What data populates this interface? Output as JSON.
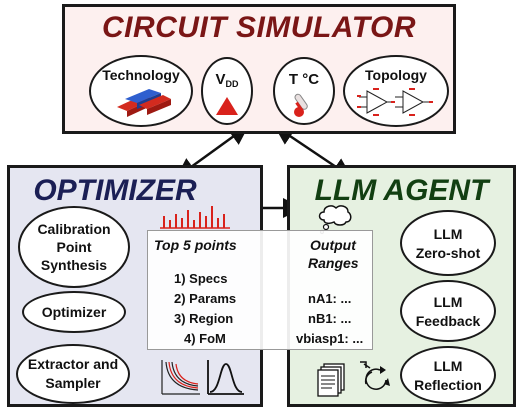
{
  "simulator": {
    "title": "CIRCUIT SIMULATOR",
    "nodes": {
      "technology": "Technology",
      "vdd_main": "V",
      "vdd_sub": "DD",
      "temp": "T °C",
      "topology": "Topology"
    }
  },
  "optimizer": {
    "title": "OPTIMIZER",
    "nodes": {
      "calibration": [
        "Calibration",
        "Point",
        "Synthesis"
      ],
      "optimizer": "Optimizer",
      "extractor": [
        "Extractor and",
        "Sampler"
      ]
    }
  },
  "llm_agent": {
    "title": "LLM AGENT",
    "nodes": {
      "zero_shot": [
        "LLM",
        "Zero-shot"
      ],
      "feedback": [
        "LLM",
        "Feedback"
      ],
      "reflection": [
        "LLM",
        "Reflection"
      ]
    }
  },
  "shared": {
    "left_heading": "Top 5 points",
    "left_items": [
      "1) Specs",
      "2) Params",
      "3) Region",
      "4) FoM"
    ],
    "right_heading": [
      "Output",
      "Ranges"
    ],
    "right_items": [
      "nA1: ...",
      "nB1: ...",
      "vbiasp1: ..."
    ]
  },
  "colors": {
    "sim_bg": "#fdf0ef",
    "opt_bg": "#e5e6f1",
    "llm_bg": "#e6f1e1",
    "accent_red": "#d9221c"
  }
}
